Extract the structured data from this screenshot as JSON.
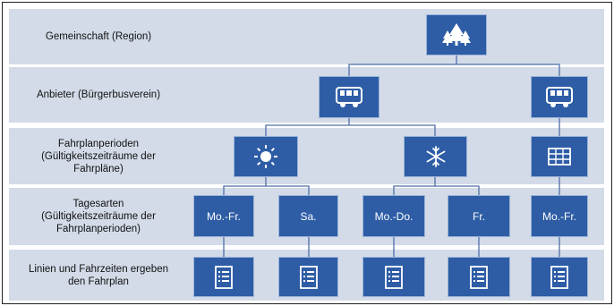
{
  "rows": [
    {
      "label": "Gemeinschaft (Region)"
    },
    {
      "label": "Anbieter (Bürgerbusverein)"
    },
    {
      "label": "Fahrplanperioden\n(Gültigkeitszeiträume der\nFahrpläne)"
    },
    {
      "label": "Tagesarten\n(Gültigkeitszeiträume der\nFahrplanperioden)"
    },
    {
      "label": "Linien und Fahrzeiten ergeben\nden Fahrplan"
    }
  ],
  "nodes": {
    "region": {
      "icon": "forest-icon"
    },
    "provider_1": {
      "icon": "bus-icon"
    },
    "provider_2": {
      "icon": "bus-icon"
    },
    "period_summer": {
      "icon": "sun-icon"
    },
    "period_winter": {
      "icon": "snowflake-icon"
    },
    "period_table": {
      "icon": "calendar-grid-icon"
    },
    "day_types": [
      "Mo.-Fr.",
      "Sa.",
      "Mo.-Do.",
      "Fr.",
      "Mo.-Fr."
    ],
    "schedules": [
      "list-document-icon",
      "list-document-icon",
      "list-document-icon",
      "list-document-icon",
      "list-document-icon"
    ]
  },
  "colors": {
    "band": "#d3dbe8",
    "node": "#2e5da6",
    "line": "#4f6fa8"
  }
}
